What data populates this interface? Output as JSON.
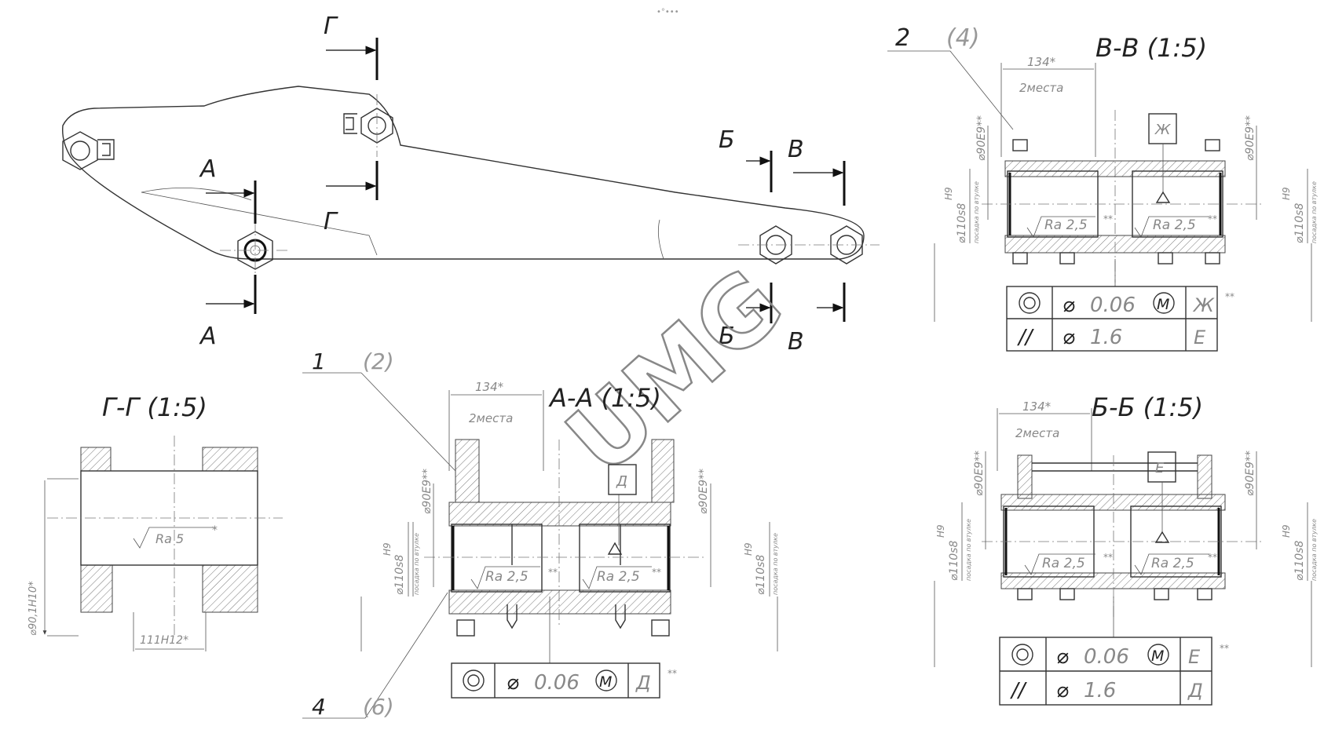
{
  "top_dots": "•°•••",
  "watermark": "UMG",
  "cut_letters": {
    "G": "Г",
    "A": "А",
    "B": "Б",
    "V": "В"
  },
  "views": {
    "gg_title": "Г-Г  (1:5)",
    "aa_title": "А-А  (1:5)",
    "vv_title": "В-В  (1:5)",
    "bb_title": "Б-Б  (1:5)"
  },
  "callouts": {
    "c1": "1",
    "c2": "(2)",
    "c4": "4",
    "c6": "(6)",
    "c2b": "2",
    "c4b": "(4)"
  },
  "dims": {
    "len134": "134*",
    "two_places": "2места",
    "d90e9": "⌀90E9**",
    "d110s8": "⌀110s8",
    "h9": "H9",
    "note_fit": "посадка по втулке",
    "d90h10": "⌀90,1H10*",
    "w111": "111H12*",
    "ra5": "Ra 5",
    "ra25": "Ra 2,5",
    "star": "*",
    "dstar": "**"
  },
  "datums": {
    "D": "Д",
    "E": "Е",
    "Zh": "Ж"
  },
  "tolerance": {
    "sym_conc": "◎",
    "sym_par": "//",
    "diam": "⌀",
    "val1": "0.06",
    "mod": "M",
    "val2": "1.6",
    "dstar": "**"
  }
}
